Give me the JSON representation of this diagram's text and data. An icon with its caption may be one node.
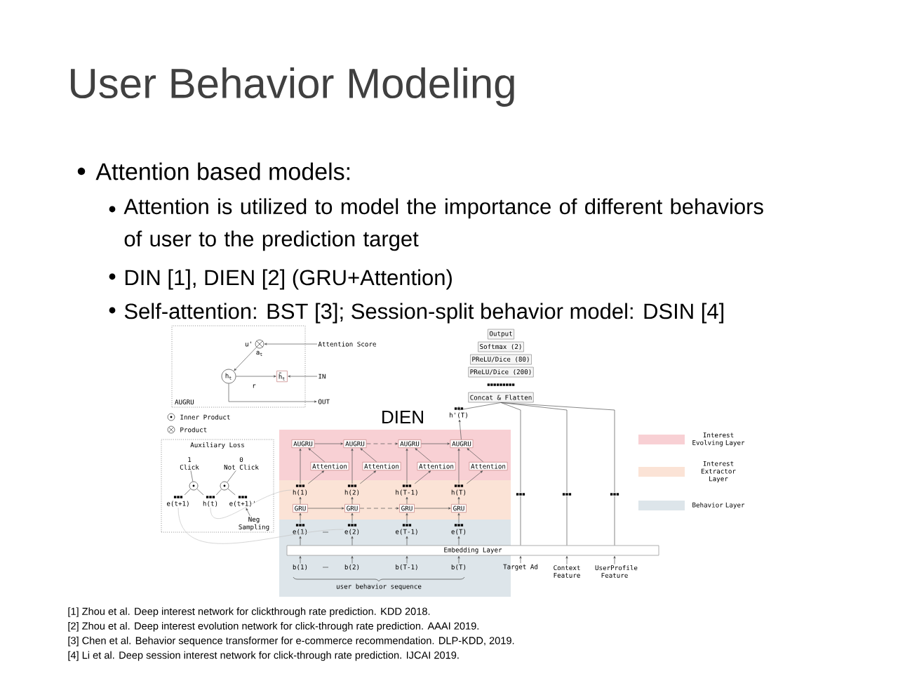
{
  "diagram": {
    "title": "User Behavior Modeling",
    "nodes": [
      {
        "text": [
          "AUGRU"
        ]
      },
      {
        "text": [
          "h$_{t}$"
        ],
        "in": 0
      },
      {
        "text": [
          "h̃$_{t}$"
        ],
        "in": 0
      },
      {
        "text": [],
        "shape": "circle",
        "in": 0,
        "beside": [
          "u'",
          "a$_{t}$"
        ]
      },
      {
        "text": [
          "Attention Score"
        ]
      },
      {
        "text": [
          "IN"
        ]
      },
      {
        "text": [
          "OUT"
        ]
      },
      {
        "text": [
          "Auxiliary Loss"
        ]
      },
      {
        "text": [
          "1",
          "Click"
        ],
        "in": 7
      },
      {
        "text": [
          "0",
          "Not Click"
        ],
        "in": 7
      },
      {
        "text": [],
        "shape": "circle",
        "in": 7
      },
      {
        "text": [],
        "shape": "circle",
        "in": 7
      },
      {
        "text": [
          "e(t+1)"
        ],
        "in": 7
      },
      {
        "text": [
          "h(t)"
        ],
        "in": 7
      },
      {
        "text": [
          "e(t+1)'"
        ],
        "in": 7
      },
      {
        "text": [
          "Neg Sampling"
        ],
        "in": 7
      },
      {
        "text": [
          "AUGRU"
        ]
      },
      {
        "text": [
          "AUGRU"
        ]
      },
      {
        "text": [
          "AUGRU"
        ]
      },
      {
        "text": [
          "AUGRU"
        ]
      },
      {
        "text": [
          "Attention"
        ]
      },
      {
        "text": [
          "Attention"
        ]
      },
      {
        "text": [
          "Attention"
        ]
      },
      {
        "text": [
          "Attention"
        ]
      },
      {
        "text": [
          "h(1)"
        ]
      },
      {
        "text": [
          "h(2)"
        ]
      },
      {
        "text": [
          "h(T-1)"
        ]
      },
      {
        "text": [
          "h(T)"
        ]
      },
      {
        "text": [
          "GRU"
        ]
      },
      {
        "text": [
          "GRU"
        ]
      },
      {
        "text": [
          "GRU"
        ]
      },
      {
        "text": [
          "GRU"
        ]
      },
      {
        "text": [
          "e(1)"
        ]
      },
      {
        "text": [
          "e(2)"
        ]
      },
      {
        "text": [
          "e(T-1)"
        ]
      },
      {
        "text": [
          "e(T)"
        ]
      },
      {
        "text": [
          "Embedding Layer"
        ]
      },
      {
        "text": [
          "b(1)"
        ]
      },
      {
        "text": [
          "b(2)"
        ]
      },
      {
        "text": [
          "b(T-1)"
        ]
      },
      {
        "text": [
          "b(T)"
        ]
      },
      {
        "text": [
          "h'(T)"
        ]
      },
      {
        "text": [
          "Concat & Flatten"
        ]
      },
      {
        "text": [
          "PReLU/Dice (200)"
        ]
      },
      {
        "text": [
          "PReLU/Dice (80)"
        ]
      },
      {
        "text": [
          "Softmax (2)"
        ]
      },
      {
        "text": [
          "Output"
        ]
      },
      {
        "text": [
          "Target Ad"
        ]
      },
      {
        "text": [
          "Context Feature"
        ]
      },
      {
        "text": [
          "UserProfile Feature"
        ]
      },
      {
        "text": [],
        "shape": "bar"
      },
      {
        "text": [],
        "shape": "bar"
      },
      {
        "text": [],
        "shape": "bar"
      }
    ],
    "edges": [
      {
        "from": 1,
        "to": 2,
        "arrow": "to"
      },
      {
        "from": 3,
        "to": 1,
        "arrow": "to"
      },
      {
        "from": 4,
        "to": 3,
        "arrow": "to"
      },
      {
        "from": 5,
        "to": 2,
        "arrow": "to"
      },
      {
        "from": 1,
        "to": 6,
        "arrow": "to"
      },
      {
        "from": 10,
        "to": 8,
        "arrow": "none"
      },
      {
        "from": 11,
        "to": 9,
        "arrow": "none"
      },
      {
        "from": 12,
        "to": 10,
        "arrow": "none"
      },
      {
        "from": 13,
        "to": 10,
        "arrow": "none"
      },
      {
        "from": 13,
        "to": 11,
        "arrow": "none"
      },
      {
        "from": 14,
        "to": 11,
        "arrow": "none"
      },
      {
        "from": 15,
        "to": 14,
        "arrow": "to"
      },
      {
        "from": 12,
        "to": 33,
        "arrow": "none",
        "color": "#c4c4c4"
      },
      {
        "from": 13,
        "to": 24,
        "arrow": "none",
        "color": "#c4c4c4"
      },
      {
        "from": 16,
        "to": 17,
        "arrow": "to"
      },
      {
        "from": 17,
        "to": 18,
        "arrow": "to",
        "style": "dashed"
      },
      {
        "from": 18,
        "to": 19,
        "arrow": "to"
      },
      {
        "from": 19,
        "to": 41,
        "arrow": "to"
      },
      {
        "from": 20,
        "to": 16,
        "arrow": "to"
      },
      {
        "from": 21,
        "to": 17,
        "arrow": "to"
      },
      {
        "from": 22,
        "to": 18,
        "arrow": "to"
      },
      {
        "from": 23,
        "to": 19,
        "arrow": "to"
      },
      {
        "from": 24,
        "to": 20,
        "arrow": "to"
      },
      {
        "from": 25,
        "to": 21,
        "arrow": "to"
      },
      {
        "from": 26,
        "to": 22,
        "arrow": "to"
      },
      {
        "from": 27,
        "to": 23,
        "arrow": "to"
      },
      {
        "from": 24,
        "to": 16,
        "arrow": "to"
      },
      {
        "from": 25,
        "to": 17,
        "arrow": "to"
      },
      {
        "from": 26,
        "to": 18,
        "arrow": "to"
      },
      {
        "from": 27,
        "to": 19,
        "arrow": "to"
      },
      {
        "from": 28,
        "to": 24,
        "arrow": "to"
      },
      {
        "from": 29,
        "to": 25,
        "arrow": "to"
      },
      {
        "from": 30,
        "to": 26,
        "arrow": "to"
      },
      {
        "from": 31,
        "to": 27,
        "arrow": "to"
      },
      {
        "from": 28,
        "to": 29,
        "arrow": "to"
      },
      {
        "from": 29,
        "to": 30,
        "arrow": "to",
        "style": "dashed"
      },
      {
        "from": 30,
        "to": 31,
        "arrow": "to"
      },
      {
        "from": 32,
        "to": 28,
        "arrow": "to"
      },
      {
        "from": 33,
        "to": 29,
        "arrow": "to"
      },
      {
        "from": 34,
        "to": 30,
        "arrow": "to"
      },
      {
        "from": 35,
        "to": 31,
        "arrow": "to"
      },
      {
        "from": 36,
        "to": 32,
        "arrow": "to"
      },
      {
        "from": 36,
        "to": 33,
        "arrow": "to"
      },
      {
        "from": 36,
        "to": 34,
        "arrow": "to"
      },
      {
        "from": 36,
        "to": 35,
        "arrow": "to"
      },
      {
        "from": 37,
        "to": 36,
        "arrow": "to"
      },
      {
        "from": 38,
        "to": 36,
        "arrow": "to"
      },
      {
        "from": 39,
        "to": 36,
        "arrow": "to"
      },
      {
        "from": 40,
        "to": 36,
        "arrow": "to"
      },
      {
        "from": 47,
        "to": 36,
        "arrow": "to"
      },
      {
        "from": 48,
        "to": 36,
        "arrow": "to"
      },
      {
        "from": 49,
        "to": 36,
        "arrow": "to"
      },
      {
        "from": 36,
        "to": 50,
        "arrow": "none"
      },
      {
        "from": 36,
        "to": 51,
        "arrow": "none"
      },
      {
        "from": 36,
        "to": 52,
        "arrow": "none"
      },
      {
        "from": 50,
        "to": 42,
        "arrow": "none"
      },
      {
        "from": 51,
        "to": 42,
        "arrow": "none"
      },
      {
        "from": 52,
        "to": 42,
        "arrow": "none"
      },
      {
        "from": 41,
        "to": 42,
        "arrow": "none"
      }
    ],
    "labels": [
      "Attention based models:",
      "Attention is utilized to model the importance of different behaviors of user to the prediction target",
      "DIN [1], DIEN [2] (GRU+Attention)",
      "Self-attention: BST [3]; Session-split behavior model: DSIN [4]",
      "r",
      "DIEN",
      "user behavior sequence",
      "[1] Zhou et al. Deep interest network for clickthrough rate prediction. KDD 2018.",
      "[2] Zhou et al. Deep interest evolution network for click-through rate prediction. AAAI 2019.",
      "[3] Chen et al. Behavior sequence transformer for e-commerce recommendation. DLP-KDD, 2019.",
      "[4] Li et al. Deep session interest network for click-through rate prediction. IJCAI 2019."
    ],
    "legend": [
      {
        "text": "Inner Product"
      },
      {
        "text": "Product"
      },
      {
        "text": "Interest Evolving Layer",
        "color": "#f8d0d4"
      },
      {
        "text": "Interest Extractor Layer",
        "color": "#fbe3d6"
      },
      {
        "text": "Behavior Layer",
        "color": "#dde5ea"
      }
    ]
  }
}
